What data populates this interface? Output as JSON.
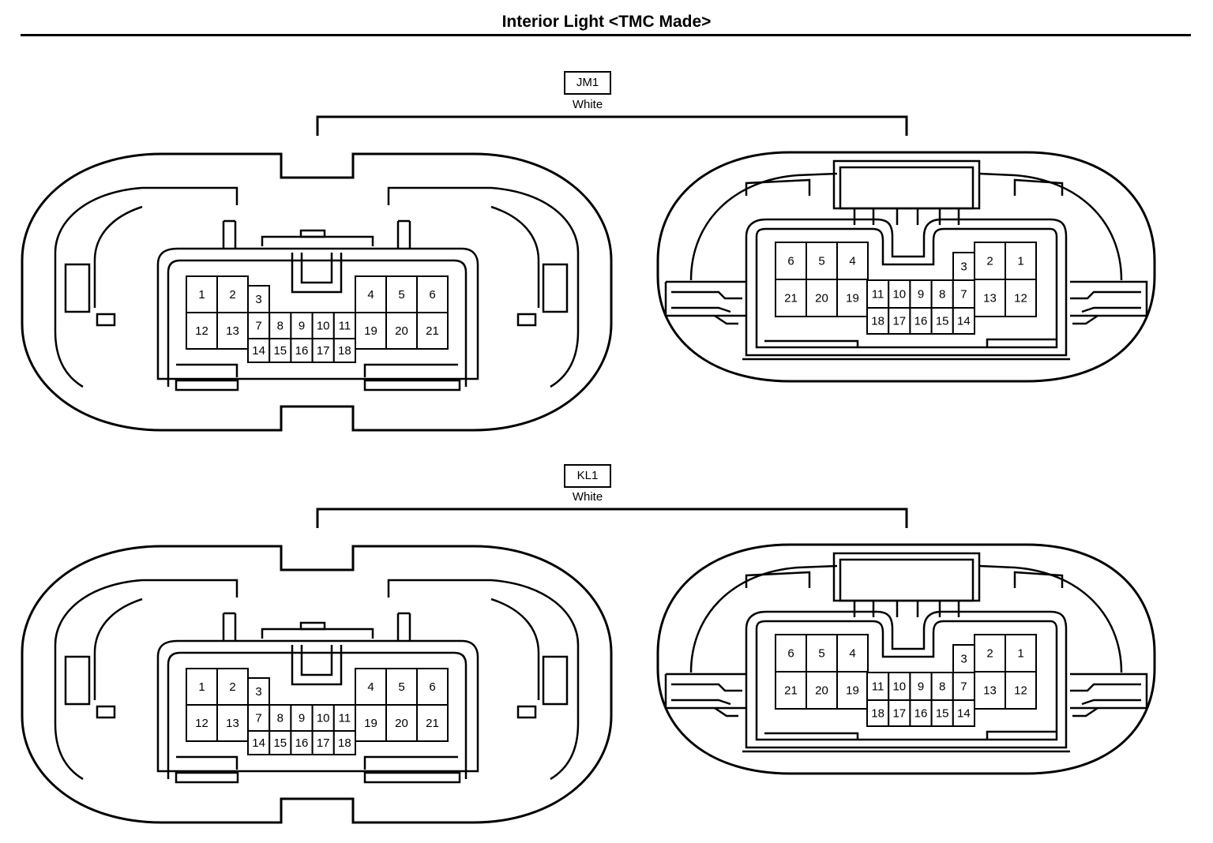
{
  "title": "Interior Light <TMC Made>",
  "connectors": [
    {
      "id": "JM1",
      "color": "White",
      "left_view": {
        "left_block": [
          "1",
          "2",
          "12",
          "13"
        ],
        "pin3": "3",
        "mid_top": [
          "7",
          "8",
          "9",
          "10",
          "11"
        ],
        "mid_bottom": [
          "14",
          "15",
          "16",
          "17",
          "18"
        ],
        "right_block": [
          "4",
          "5",
          "6",
          "19",
          "20",
          "21"
        ]
      },
      "right_view": {
        "left_block": [
          "6",
          "5",
          "4",
          "21",
          "20",
          "19"
        ],
        "mid_top": [
          "11",
          "10",
          "9",
          "8",
          "7"
        ],
        "mid_bottom": [
          "18",
          "17",
          "16",
          "15",
          "14"
        ],
        "pin3": "3",
        "right_block": [
          "2",
          "1",
          "13",
          "12"
        ]
      }
    },
    {
      "id": "KL1",
      "color": "White",
      "left_view": {
        "left_block": [
          "1",
          "2",
          "12",
          "13"
        ],
        "pin3": "3",
        "mid_top": [
          "7",
          "8",
          "9",
          "10",
          "11"
        ],
        "mid_bottom": [
          "14",
          "15",
          "16",
          "17",
          "18"
        ],
        "right_block": [
          "4",
          "5",
          "6",
          "19",
          "20",
          "21"
        ]
      },
      "right_view": {
        "left_block": [
          "6",
          "5",
          "4",
          "21",
          "20",
          "19"
        ],
        "mid_top": [
          "11",
          "10",
          "9",
          "8",
          "7"
        ],
        "mid_bottom": [
          "18",
          "17",
          "16",
          "15",
          "14"
        ],
        "pin3": "3",
        "right_block": [
          "2",
          "1",
          "13",
          "12"
        ]
      }
    }
  ]
}
